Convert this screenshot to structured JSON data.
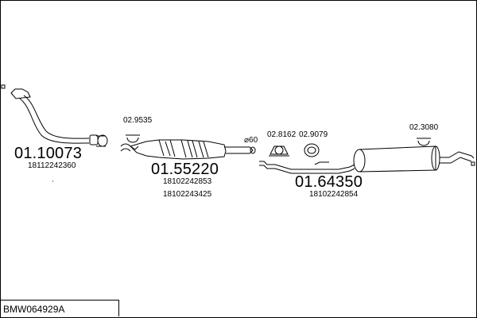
{
  "parts": [
    {
      "number": "01.10073",
      "refs": [
        "18112242360"
      ]
    },
    {
      "number": "01.55220",
      "refs": [
        "18102242853",
        "18102243425"
      ]
    },
    {
      "number": "01.64350",
      "refs": [
        "18102242854"
      ]
    }
  ],
  "fittings": {
    "clamp_a": "02.9535",
    "diameter": "⌀60",
    "clamp_b": "02.8162",
    "clamp_c": "02.9079",
    "clamp_d": "02.3080"
  },
  "vehicle_code": "BMW064929A"
}
